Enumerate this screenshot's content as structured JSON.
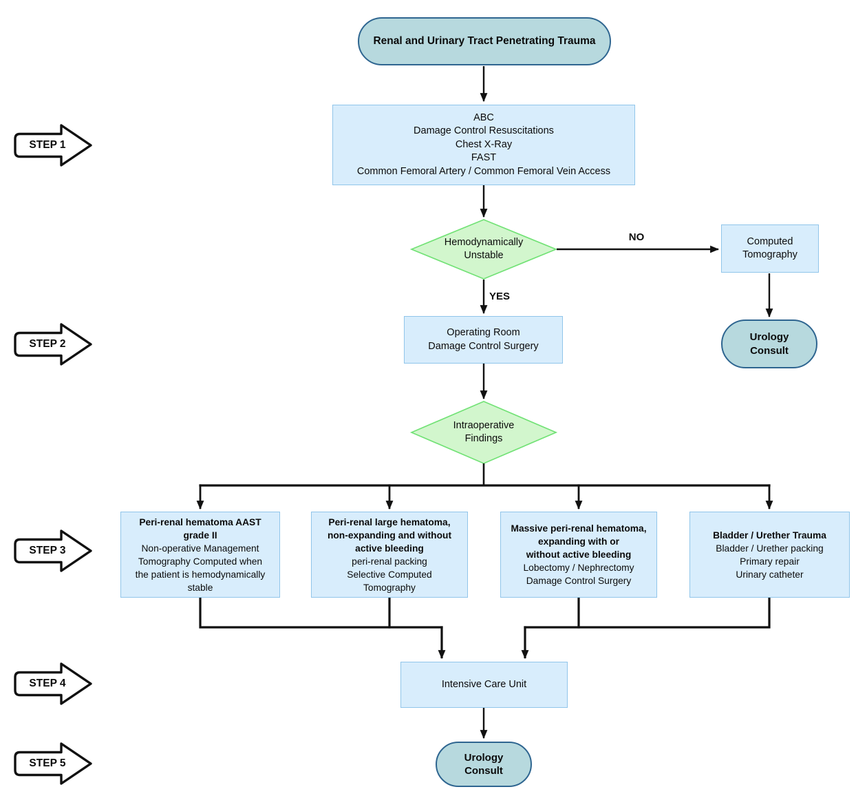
{
  "palette": {
    "process_fill": "#d8edfc",
    "process_border": "#90c5ea",
    "decision_fill": "#d2f6cd",
    "decision_border": "#72e276",
    "terminal_fill": "#b7d9de",
    "terminal_border": "#2e6590",
    "connector": "#111111",
    "step_arrow_fill": "#ffffff",
    "step_arrow_border": "#111111"
  },
  "steps": [
    {
      "label": "STEP 1"
    },
    {
      "label": "STEP 2"
    },
    {
      "label": "STEP 3"
    },
    {
      "label": "STEP 4"
    },
    {
      "label": "STEP 5"
    }
  ],
  "labels": {
    "no": "NO",
    "yes": "YES"
  },
  "nodes": {
    "start": "Renal and Urinary Tract Penetrating Trauma",
    "initial_management": "ABC\nDamage Control Resuscitations\nChest X-Ray\nFAST\nCommon Femoral Artery / Common Femoral Vein Access",
    "decision_unstable": "Hemodynamically\nUnstable",
    "computed_tomography": "Computed\nTomography",
    "urology_consult_right": "Urology\nConsult",
    "operating_room": "Operating Room\nDamage Control Surgery",
    "decision_intraop": "Intraoperative\nFindings",
    "outcome_1": {
      "title": "Peri-renal hematoma AAST\ngrade II",
      "body": "Non-operative Management\nTomography Computed when\nthe patient is hemodynamically\nstable"
    },
    "outcome_2": {
      "title": "Peri-renal large hematoma,\nnon-expanding and without\nactive bleeding",
      "body": "peri-renal packing\nSelective Computed\nTomography"
    },
    "outcome_3": {
      "title": "Massive peri-renal hematoma,\nexpanding with or\nwithout active bleeding",
      "body": "Lobectomy / Nephrectomy\nDamage Control Surgery"
    },
    "outcome_4": {
      "title": "Bladder / Urether Trauma",
      "body": "Bladder / Urether packing\nPrimary repair\nUrinary catheter"
    },
    "icu": "Intensive Care Unit",
    "urology_consult_bottom": "Urology\nConsult"
  }
}
